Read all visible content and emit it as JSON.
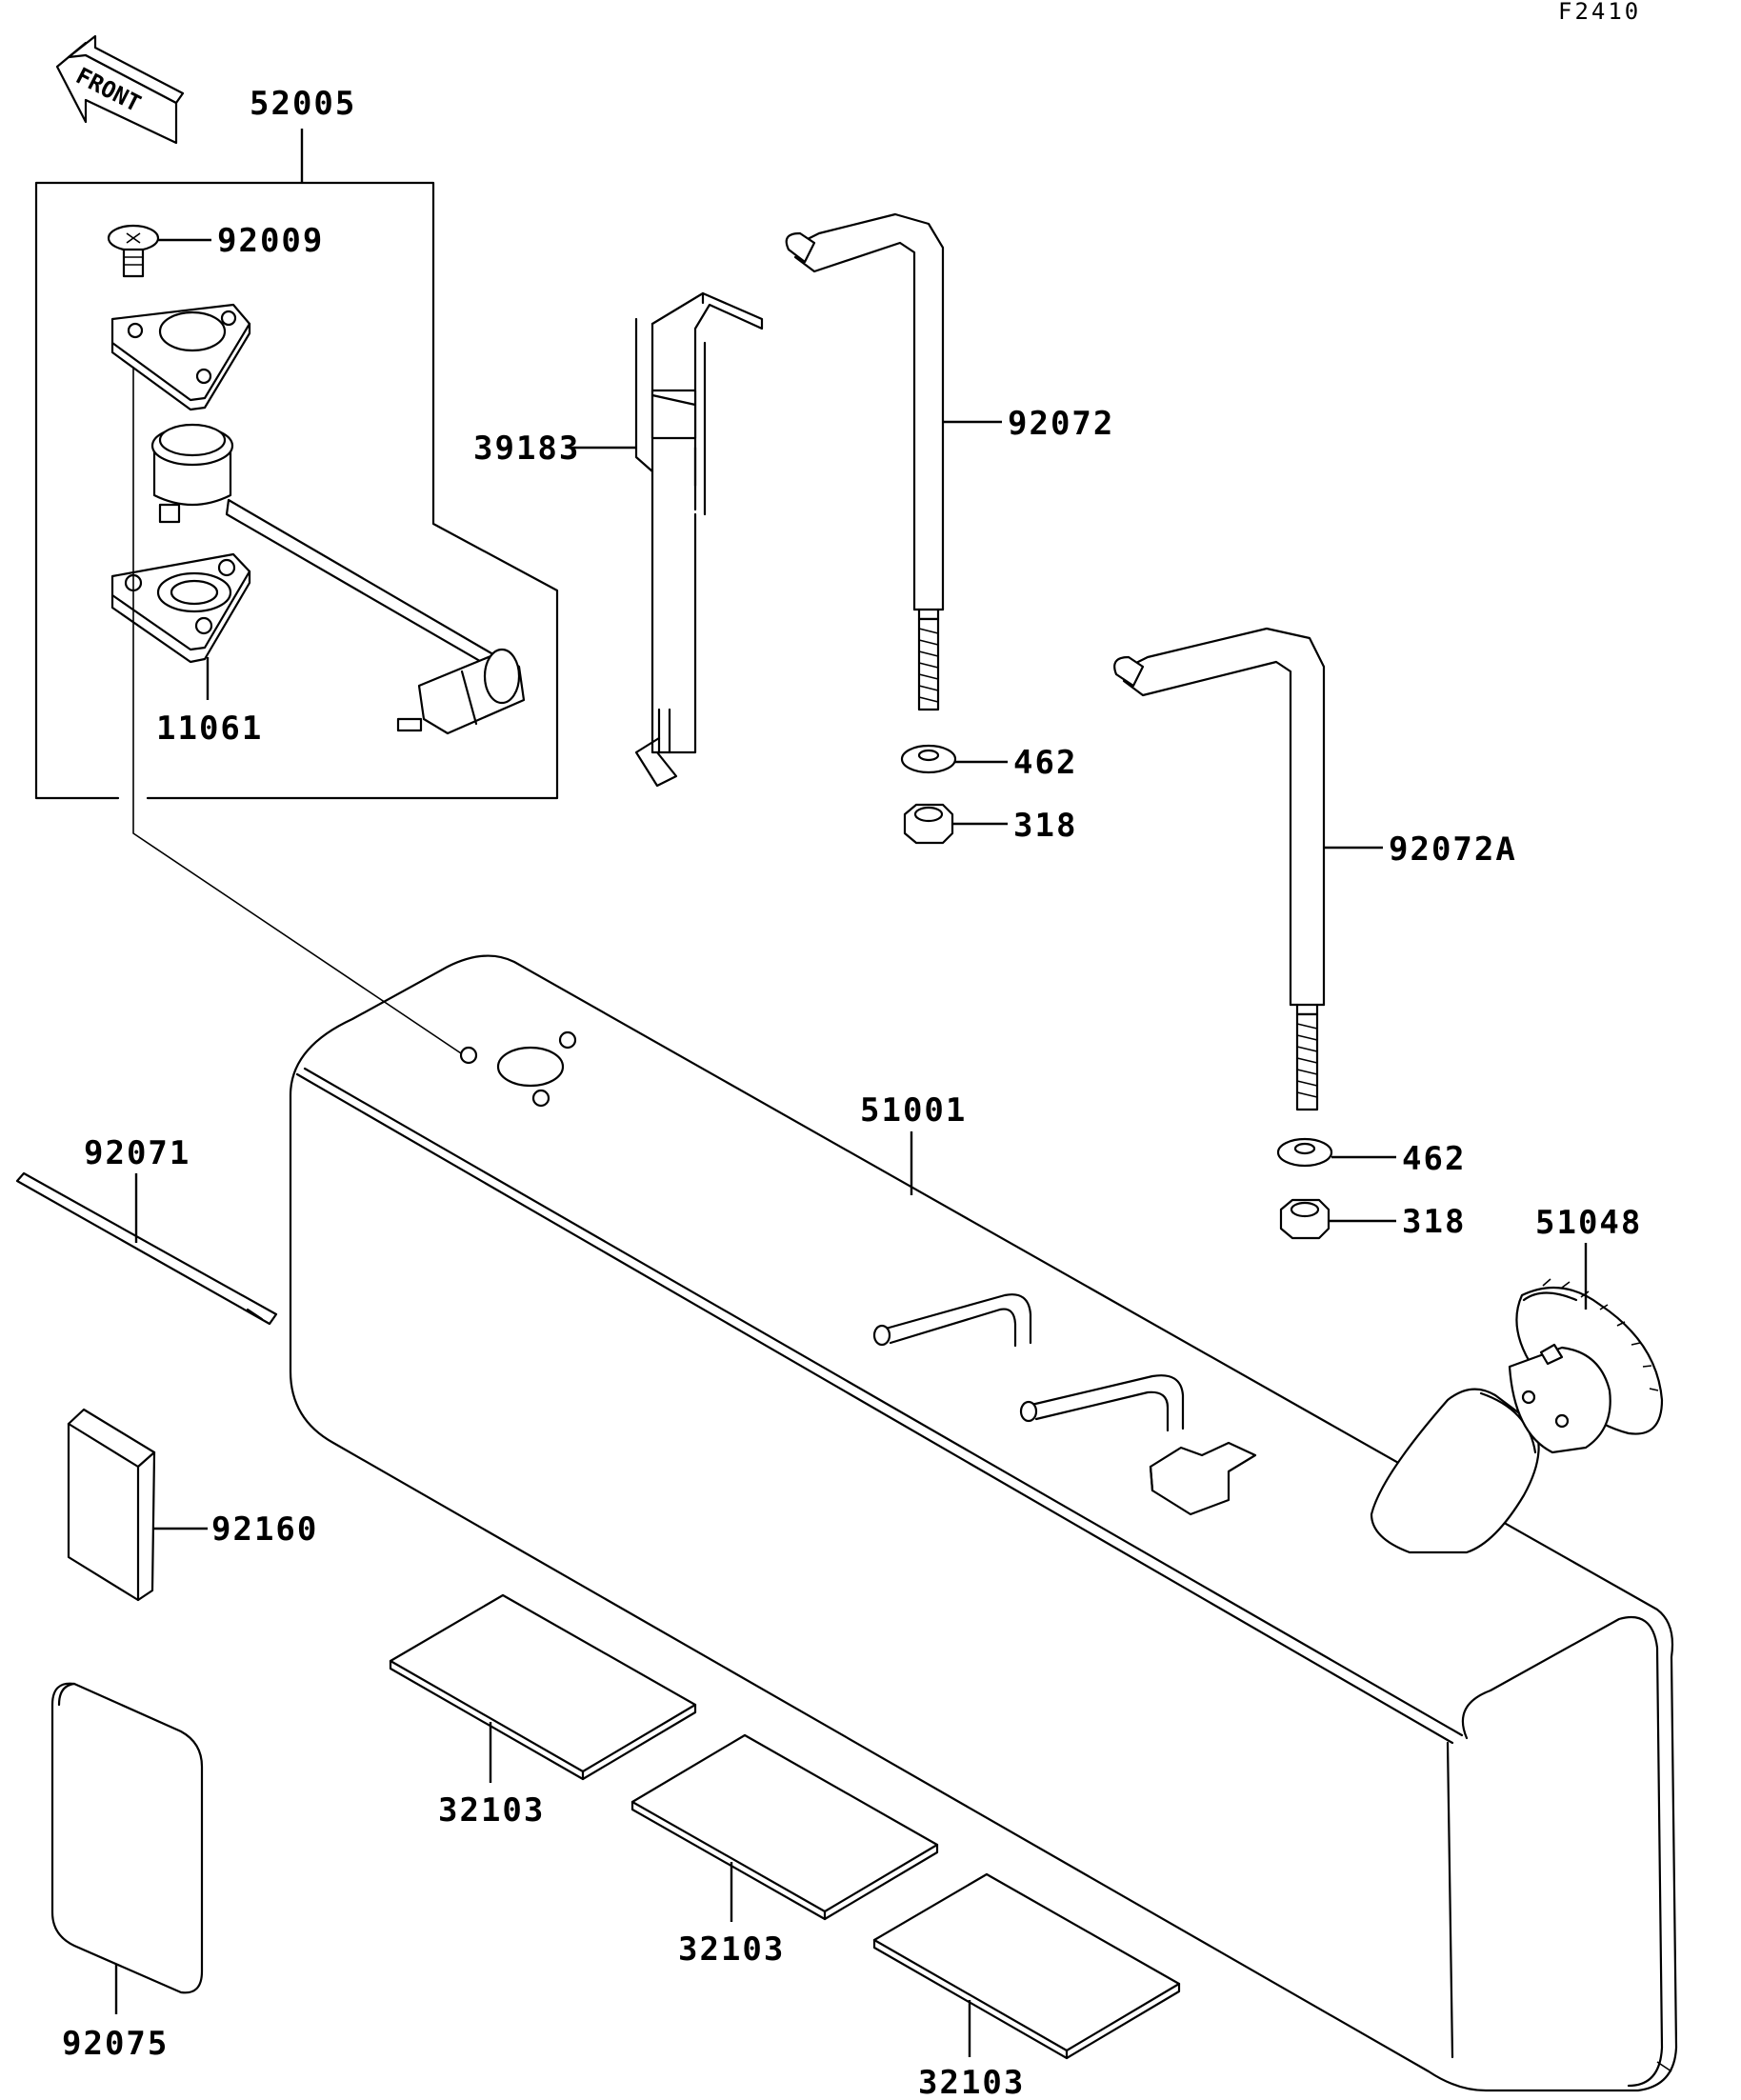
{
  "figure_code": "F2410",
  "front_arrow": "FRONT",
  "parts": {
    "p52005": "52005",
    "p92009": "92009",
    "p11061": "11061",
    "p39183": "39183",
    "p92072": "92072",
    "p92072A": "92072A",
    "p462a": "462",
    "p318a": "318",
    "p462b": "462",
    "p318b": "318",
    "p51001": "51001",
    "p51048": "51048",
    "p92071": "92071",
    "p92160": "92160",
    "p32103a": "32103",
    "p32103b": "32103",
    "p32103c": "32103",
    "p92075": "92075"
  },
  "icons": [
    "front-arrow-icon"
  ],
  "colors": {
    "line": "#000000",
    "background": "#ffffff"
  }
}
